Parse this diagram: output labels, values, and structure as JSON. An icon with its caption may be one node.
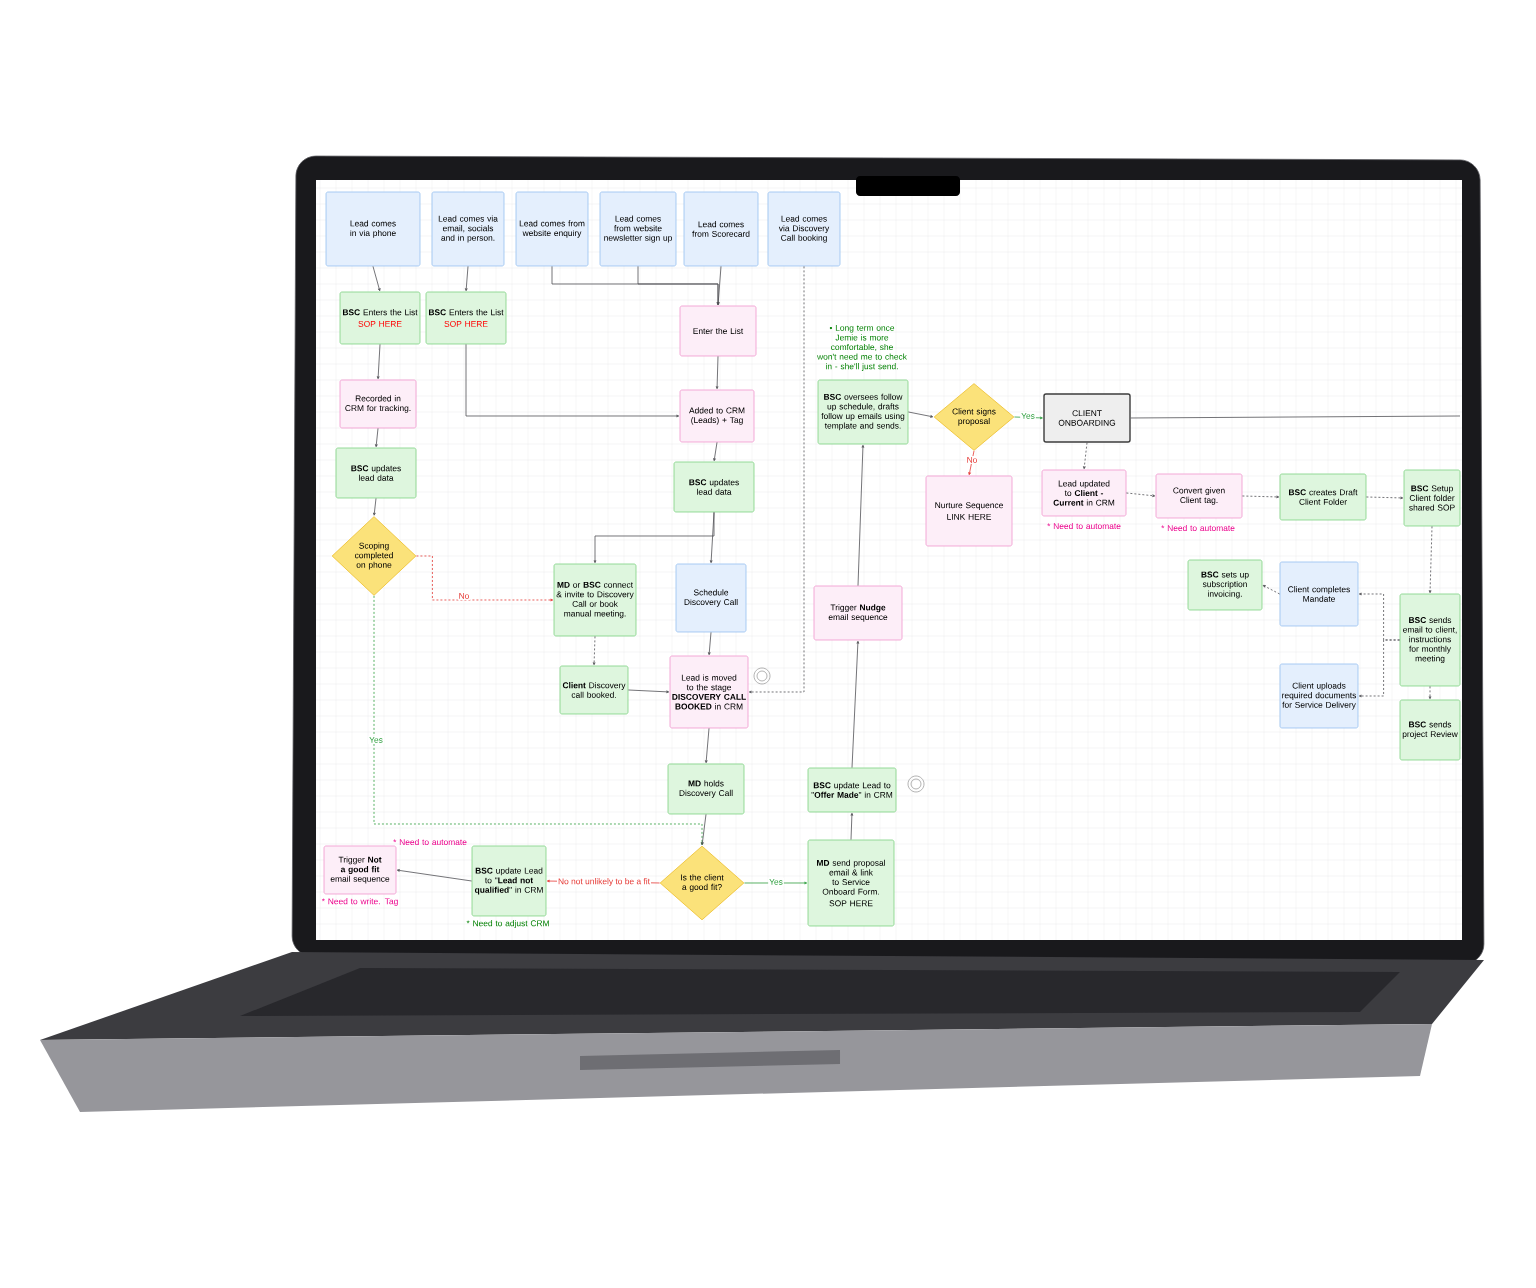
{
  "diagram": {
    "nodes": [
      {
        "text": [
          "Lead comes in via phone"
        ]
      },
      {
        "text": [
          "Lead comes via email, socials and in person."
        ]
      },
      {
        "text": [
          "Lead comes from website enquiry"
        ]
      },
      {
        "text": [
          "Lead comes from website newsletter sign up"
        ]
      },
      {
        "text": [
          "Lead comes from Scorecard"
        ]
      },
      {
        "text": [
          "Lead comes via Discovery Call booking"
        ]
      },
      {
        "text": [
          "**BSC** Enters the List",
          "SOP HERE"
        ]
      },
      {
        "text": [
          "**BSC** Enters the List",
          "SOP HERE"
        ]
      },
      {
        "text": [
          "Enter the List"
        ]
      },
      {
        "text": [
          "Recorded in CRM for tracking."
        ]
      },
      {
        "text": [
          "Added to CRM (Leads) + Tag"
        ]
      },
      {
        "text": [
          "**BSC** updates lead data"
        ]
      },
      {
        "text": [
          "**BSC** updates lead data"
        ]
      },
      {
        "text": [
          "Scoping completed on phone"
        ]
      },
      {
        "text": [
          "**MD** or **BSC** connect & invite to Discovery Call or book manual meeting."
        ]
      },
      {
        "text": [
          "Schedule Discovery Call"
        ]
      },
      {
        "text": [
          "**Client** Discovery call booked."
        ]
      },
      {
        "text": [
          "Lead is moved to the stage **DISCOVERY CALL BOOKED** in CRM"
        ]
      },
      {
        "text": [
          "**MD** holds Discovery Call"
        ]
      },
      {
        "text": [
          "Is the client a good fit?"
        ]
      },
      {
        "text": [
          "**BSC** update Lead to \"**Lead not qualified**\" in CRM"
        ],
        "beside": [
          "* Need to adjust CRM"
        ]
      },
      {
        "text": [
          "Trigger **Not a good fit** email sequence"
        ],
        "beside": [
          "* Need to automate",
          "* Need to write. Tag"
        ]
      },
      {
        "text": [
          "**MD** send proposal email & link to Service Onboard Form.",
          "SOP HERE"
        ]
      },
      {
        "text": [
          "**BSC** update Lead to \"**Offer Made**\" in CRM"
        ]
      },
      {
        "text": [
          "Trigger **Nudge** email sequence"
        ]
      },
      {
        "text": [
          "**BSC** oversees follow up schedule, drafts follow up emails using template and sends."
        ],
        "beside": [
          "• Long term once Jemie is more comfortable, she won't need me to check in - she'll just send."
        ]
      },
      {
        "text": [
          "Client signs proposal"
        ]
      },
      {
        "text": [
          "Nurture Sequence",
          "LINK HERE"
        ]
      },
      {
        "text": [
          "CLIENT ONBOARDING"
        ]
      },
      {
        "text": [
          "Lead updated to **Client - Current** in CRM"
        ],
        "beside": [
          "* Need to automate"
        ]
      },
      {
        "text": [
          "Convert given Client tag."
        ],
        "beside": [
          "* Need to automate"
        ]
      },
      {
        "text": [
          "**BSC** creates Draft Client Folder"
        ]
      },
      {
        "text": [
          "**BSC** Setup Client folder shared SOP"
        ]
      },
      {
        "text": [
          "**BSC** sets up subscription invoicing."
        ]
      },
      {
        "text": [
          "Client completes Mandate"
        ]
      },
      {
        "text": [
          "Client uploads required documents for Service Delivery"
        ]
      },
      {
        "text": [
          "**BSC** sends email to client, instructions for monthly meeting"
        ]
      },
      {
        "text": [
          "**BSC** sends project Review"
        ]
      }
    ],
    "edges": [
      {
        "from": 0,
        "to": 6,
        "arrow": "to"
      },
      {
        "from": 1,
        "to": 7,
        "arrow": "to"
      },
      {
        "from": 2,
        "to": 8,
        "arrow": "to"
      },
      {
        "from": 3,
        "to": 8,
        "arrow": "to"
      },
      {
        "from": 4,
        "to": 8,
        "arrow": "to"
      },
      {
        "from": 5,
        "to": 17,
        "arrow": "to",
        "style": "dashed"
      },
      {
        "from": 6,
        "to": 9,
        "arrow": "to"
      },
      {
        "from": 9,
        "to": 11,
        "arrow": "to"
      },
      {
        "from": 11,
        "to": 13,
        "arrow": "to"
      },
      {
        "from": 7,
        "to": 10,
        "arrow": "to"
      },
      {
        "from": 8,
        "to": 10,
        "arrow": "to"
      },
      {
        "from": 10,
        "to": 12,
        "arrow": "to"
      },
      {
        "from": 12,
        "to": 14,
        "arrow": "to"
      },
      {
        "from": 12,
        "to": 15,
        "arrow": "to"
      },
      {
        "from": 13,
        "to": 14,
        "arrow": "to",
        "label": "No",
        "style": "dashed",
        "color": "#e53935"
      },
      {
        "from": 13,
        "to": 19,
        "arrow": "to",
        "label": "Yes",
        "style": "dashed",
        "color": "#2e9e3e"
      },
      {
        "from": 14,
        "to": 16,
        "arrow": "to",
        "style": "dashed"
      },
      {
        "from": 16,
        "to": 17,
        "arrow": "to"
      },
      {
        "from": 15,
        "to": 17,
        "arrow": "to"
      },
      {
        "from": 17,
        "to": 18,
        "arrow": "to"
      },
      {
        "from": 18,
        "to": 19,
        "arrow": "to"
      },
      {
        "from": 19,
        "to": 20,
        "arrow": "to",
        "label": "No not unlikely to be a fit",
        "color": "#e53935"
      },
      {
        "from": 20,
        "to": 21,
        "arrow": "to"
      },
      {
        "from": 19,
        "to": 22,
        "arrow": "to",
        "label": "Yes",
        "color": "#2e9e3e"
      },
      {
        "from": 22,
        "to": 23,
        "arrow": "to"
      },
      {
        "from": 23,
        "to": 24,
        "arrow": "to"
      },
      {
        "from": 24,
        "to": 25,
        "arrow": "to"
      },
      {
        "from": 25,
        "to": 26,
        "arrow": "to"
      },
      {
        "from": 26,
        "to": 28,
        "arrow": "to",
        "label": "Yes",
        "color": "#2e9e3e"
      },
      {
        "from": 26,
        "to": 27,
        "arrow": "to",
        "label": "No",
        "color": "#e53935"
      },
      {
        "from": 28,
        "to": 29,
        "arrow": "to",
        "style": "dashed"
      },
      {
        "from": 29,
        "to": 30,
        "arrow": "to",
        "style": "dashed"
      },
      {
        "from": 30,
        "to": 31,
        "arrow": "to",
        "style": "dashed"
      },
      {
        "from": 31,
        "to": 32,
        "arrow": "to",
        "style": "dashed"
      },
      {
        "from": 28,
        "to": null,
        "arrow": "none"
      },
      {
        "from": 32,
        "to": 36,
        "arrow": "to",
        "style": "dashed"
      },
      {
        "from": 36,
        "to": 34,
        "arrow": "to",
        "style": "dashed"
      },
      {
        "from": 36,
        "to": 35,
        "arrow": "to",
        "style": "dashed"
      },
      {
        "from": 34,
        "to": 33,
        "arrow": "to",
        "style": "dashed"
      },
      {
        "from": 36,
        "to": 37,
        "arrow": "to",
        "style": "dashed"
      }
    ]
  }
}
